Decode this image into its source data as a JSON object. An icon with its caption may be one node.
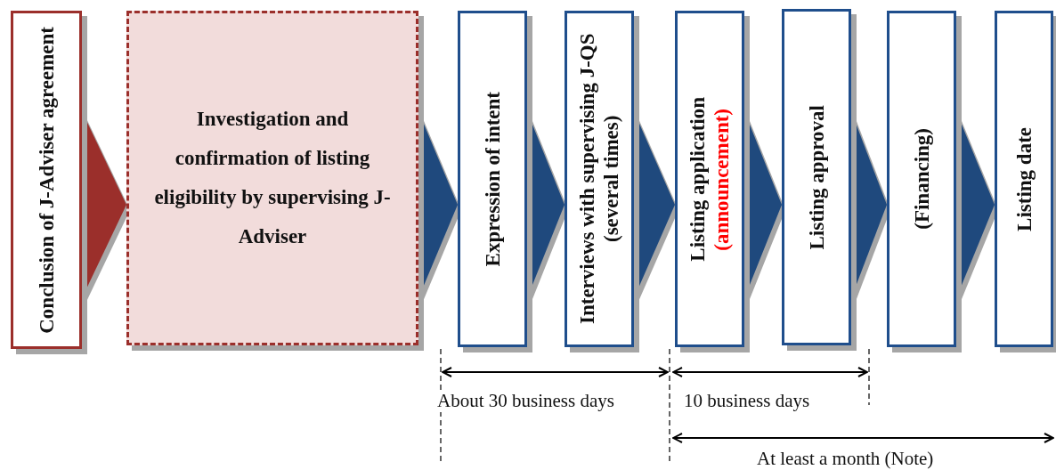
{
  "diagram": {
    "nodes": [
      {
        "text": [
          "Conclusion of J-Adviser agreement"
        ]
      },
      {
        "text": [
          "Investigation and confirmation of listing eligibility by supervising J-Adviser"
        ]
      },
      {
        "text": [
          "Expression of intent"
        ]
      },
      {
        "text": [
          "Interviews with supervising J-QS (several times)"
        ]
      },
      {
        "text": [
          "Listing application",
          "(announcement)"
        ]
      },
      {
        "text": [
          "Listing approval"
        ]
      },
      {
        "text": [
          "(Financing)"
        ]
      },
      {
        "text": [
          "Listing date"
        ]
      }
    ],
    "edges": [
      {
        "from": 0,
        "to": 1,
        "arrow": "to",
        "color": "#9b2f2b"
      },
      {
        "from": 1,
        "to": 2,
        "arrow": "to"
      },
      {
        "from": 2,
        "to": 3,
        "arrow": "to"
      },
      {
        "from": 3,
        "to": 4,
        "arrow": "to"
      },
      {
        "from": 4,
        "to": 5,
        "arrow": "to"
      },
      {
        "from": 5,
        "to": 6,
        "arrow": "to"
      },
      {
        "from": 6,
        "to": 7,
        "arrow": "to"
      }
    ],
    "labels": [
      "About 30 business days",
      "10 business days",
      "At least a month (Note)"
    ]
  }
}
